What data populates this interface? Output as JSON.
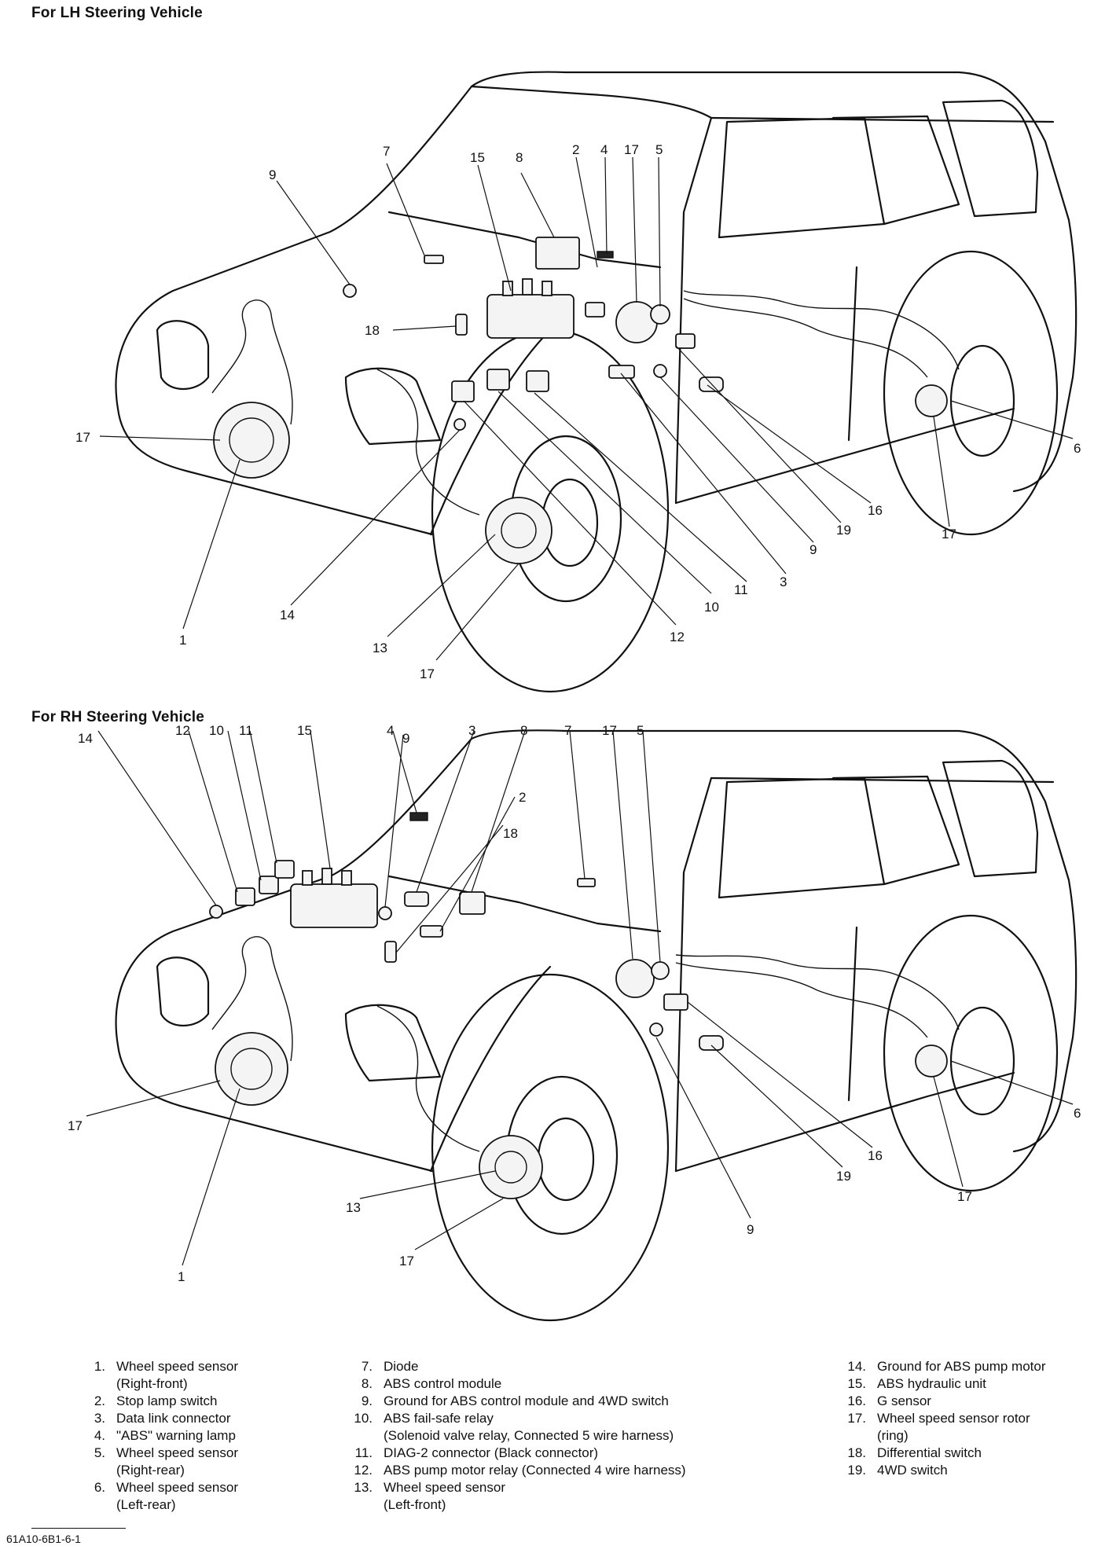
{
  "headings": {
    "lh": "For LH Steering Vehicle",
    "rh": "For RH Steering Vehicle"
  },
  "legend": {
    "col1": [
      {
        "num": "1.",
        "text": "Wheel speed sensor",
        "sub": "(Right-front)"
      },
      {
        "num": "2.",
        "text": "Stop lamp switch"
      },
      {
        "num": "3.",
        "text": "Data link connector"
      },
      {
        "num": "4.",
        "text": "\"ABS\" warning lamp"
      },
      {
        "num": "5.",
        "text": "Wheel speed sensor",
        "sub": "(Right-rear)"
      },
      {
        "num": "6.",
        "text": "Wheel speed sensor",
        "sub": "(Left-rear)"
      }
    ],
    "col2": [
      {
        "num": "7.",
        "text": "Diode"
      },
      {
        "num": "8.",
        "text": "ABS control module"
      },
      {
        "num": "9.",
        "text": "Ground for ABS control module and 4WD switch"
      },
      {
        "num": "10.",
        "text": "ABS fail-safe relay",
        "sub": "(Solenoid valve relay, Connected 5 wire harness)"
      },
      {
        "num": "11.",
        "text": "DIAG-2 connector (Black connector)"
      },
      {
        "num": "12.",
        "text": "ABS pump motor relay (Connected 4 wire harness)"
      },
      {
        "num": "13.",
        "text": "Wheel speed sensor",
        "sub": "(Left-front)"
      }
    ],
    "col3": [
      {
        "num": "14.",
        "text": "Ground for ABS pump motor"
      },
      {
        "num": "15.",
        "text": "ABS hydraulic unit"
      },
      {
        "num": "16.",
        "text": "G sensor"
      },
      {
        "num": "17.",
        "text": "Wheel speed sensor rotor",
        "sub": "(ring)"
      },
      {
        "num": "18.",
        "text": "Differential switch"
      },
      {
        "num": "19.",
        "text": "4WD switch"
      }
    ]
  },
  "diagrams": {
    "lh_labels": {
      "l1": "1",
      "l2": "2",
      "l3": "3",
      "l4": "4",
      "l5": "5",
      "l6": "6",
      "l7": "7",
      "l8": "8",
      "l9a": "9",
      "l9b": "9",
      "l10": "10",
      "l11": "11",
      "l12": "12",
      "l13": "13",
      "l14": "14",
      "l15": "15",
      "l16": "16",
      "l17a": "17",
      "l17b": "17",
      "l17c": "17",
      "l17d": "17",
      "l18": "18",
      "l19": "19"
    },
    "rh_labels": {
      "l1": "1",
      "l2": "2",
      "l3": "3",
      "l4": "4",
      "l5": "5",
      "l6": "6",
      "l7": "7",
      "l8": "8",
      "l9a": "9",
      "l9b": "9",
      "l10": "10",
      "l11": "11",
      "l12": "12",
      "l13": "13",
      "l14": "14",
      "l15": "15",
      "l16": "16",
      "l17a": "17",
      "l17b": "17",
      "l17c": "17",
      "l17d": "17",
      "l18": "18",
      "l19": "19"
    }
  },
  "footer": "61A10-6B1-6-1"
}
